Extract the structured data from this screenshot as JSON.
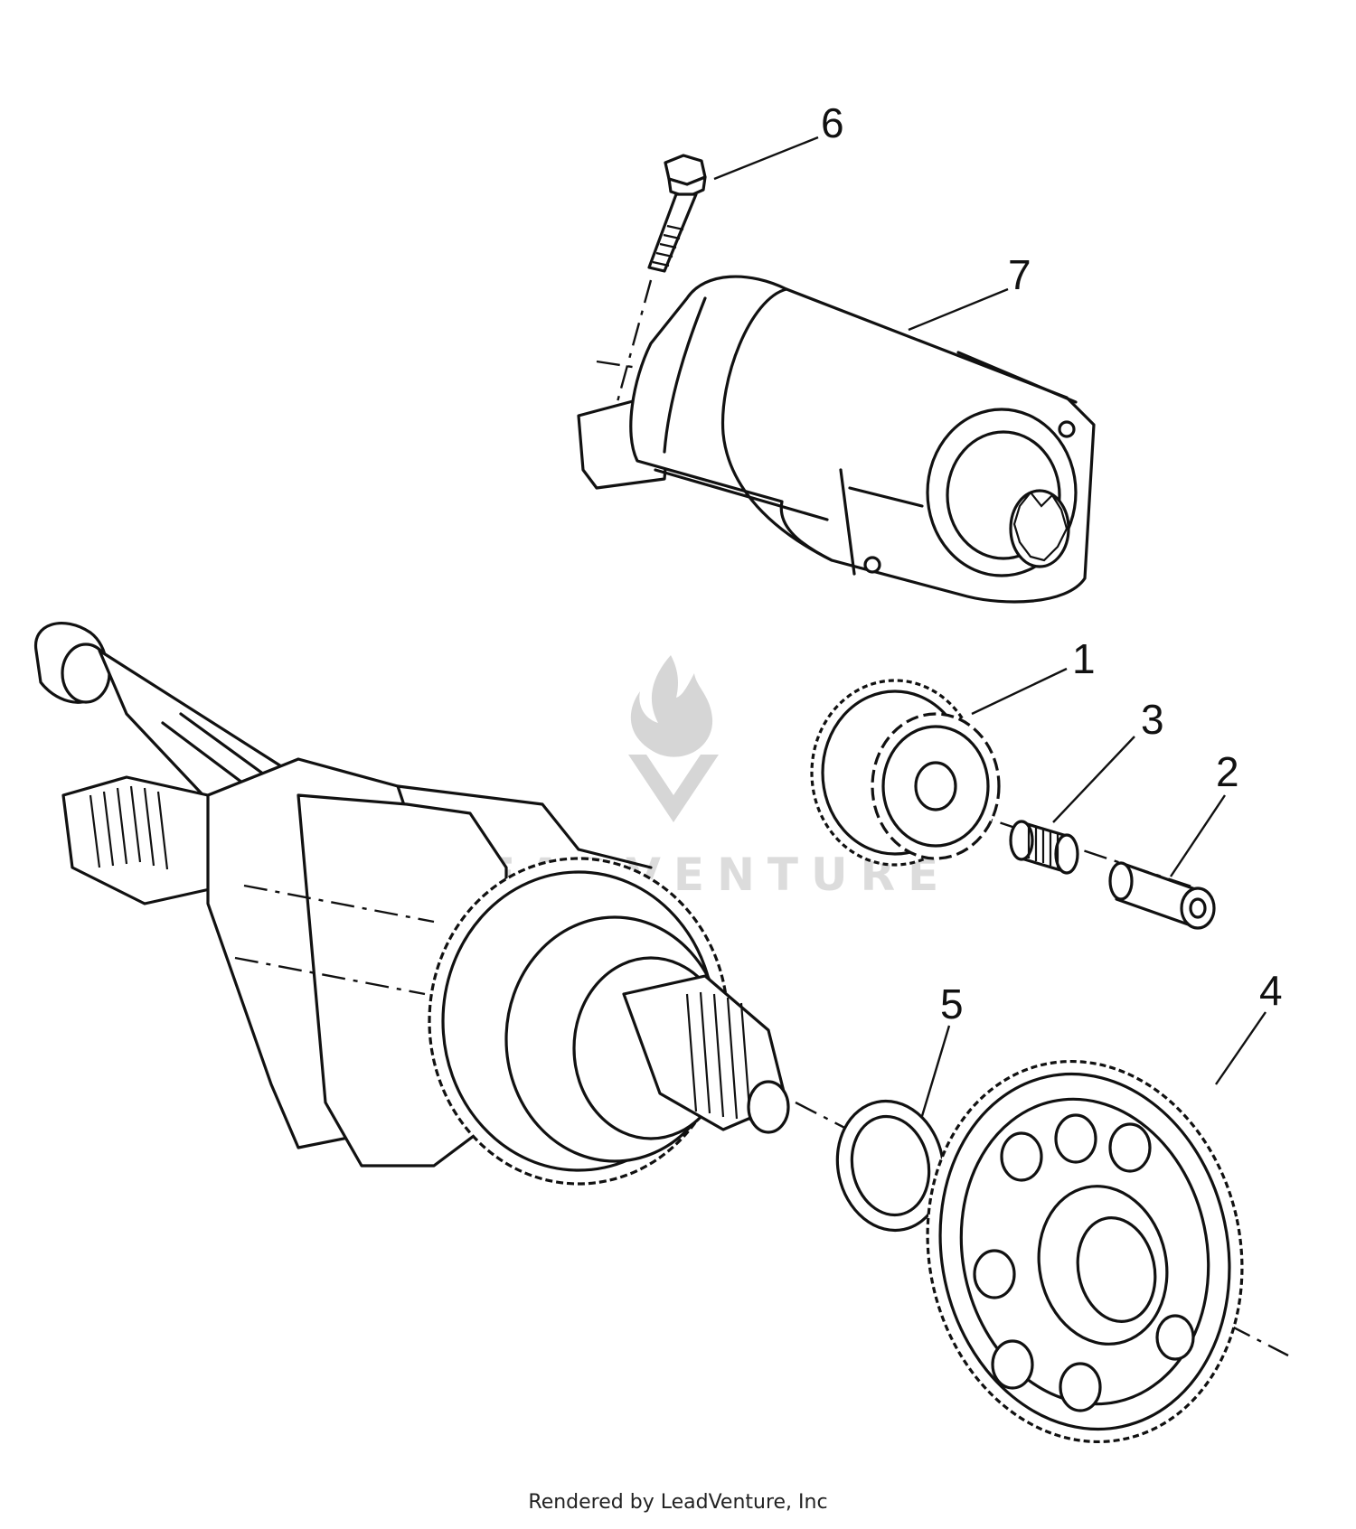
{
  "diagram": {
    "callouts": [
      {
        "id": "1",
        "label": "1"
      },
      {
        "id": "2",
        "label": "2"
      },
      {
        "id": "3",
        "label": "3"
      },
      {
        "id": "4",
        "label": "4"
      },
      {
        "id": "5",
        "label": "5"
      },
      {
        "id": "6",
        "label": "6"
      },
      {
        "id": "7",
        "label": "7"
      }
    ],
    "watermark": "LEADVENTURE",
    "footer": "Rendered by LeadVenture, Inc"
  },
  "colors": {
    "line": "#111111",
    "background": "#ffffff",
    "watermark": "#d6d6d6"
  },
  "icons": [
    "flame-logo-icon",
    "v-logo-icon"
  ]
}
